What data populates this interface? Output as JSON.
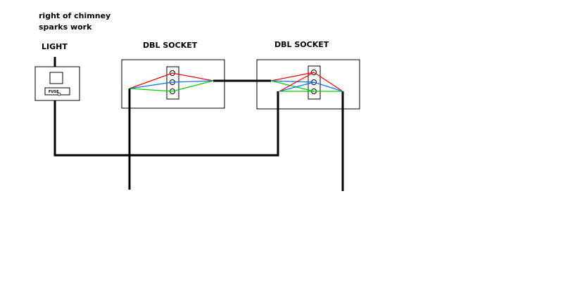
{
  "notes": {
    "line1": "right of chimney",
    "line2": "sparks work"
  },
  "labels": {
    "light": "LIGHT",
    "socket1": "DBL SOCKET",
    "socket2": "DBL SOCKET",
    "fuse": "FUSE"
  },
  "colors": {
    "live": "#ff0000",
    "neutral": "#0070ff",
    "earth": "#00cc00",
    "cable": "#000000",
    "background": "#ffffff"
  }
}
